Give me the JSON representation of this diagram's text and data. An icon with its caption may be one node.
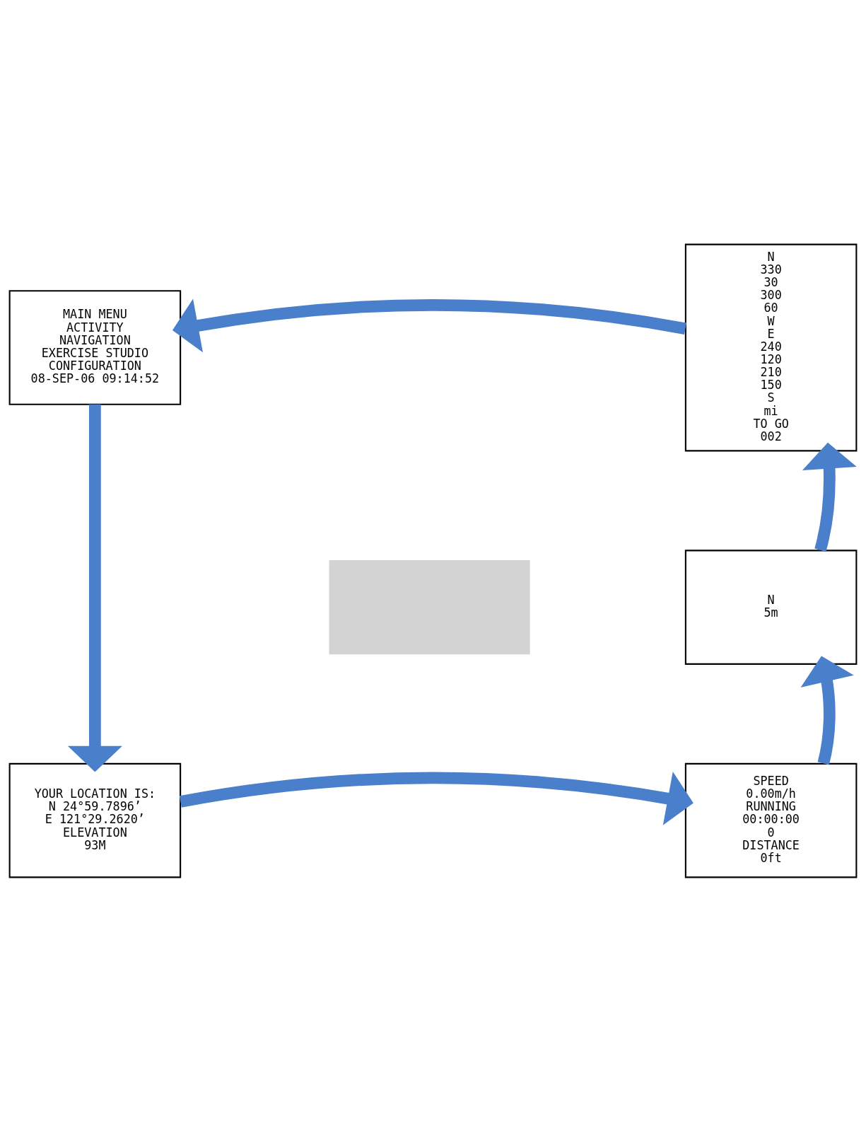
{
  "diagram": {
    "nodes": [
      {
        "text": [
          "MAIN MENU",
          "ACTIVITY",
          "NAVIGATION",
          "EXERCISE STUDIO",
          "CONFIGURATION",
          "08-SEP-06 09:14:52"
        ]
      },
      {
        "text": [
          "N",
          "330",
          "30",
          "300",
          "60",
          "W",
          "E",
          "240",
          "120",
          "210",
          "150",
          "S",
          "mi",
          "TO GO",
          "002"
        ]
      },
      {
        "text": [],
        "shape": "box"
      },
      {
        "text": [
          "N",
          "5m"
        ]
      },
      {
        "text": [
          "YOUR LOCATION IS:",
          "N 24°59.7896’",
          "E 121°29.2620’",
          "ELEVATION",
          "93M"
        ]
      },
      {
        "text": [
          "SPEED",
          "0.00m/h",
          "RUNNING",
          "00:00:00",
          "0",
          "DISTANCE",
          "0ft"
        ]
      }
    ],
    "edges": [
      {
        "from": 1,
        "to": 0,
        "arrow": "to"
      },
      {
        "from": 0,
        "to": 4,
        "arrow": "to"
      },
      {
        "from": 4,
        "to": 5,
        "arrow": "to"
      },
      {
        "from": 5,
        "to": 3,
        "arrow": "to"
      },
      {
        "from": 3,
        "to": 1,
        "arrow": "to"
      }
    ]
  }
}
